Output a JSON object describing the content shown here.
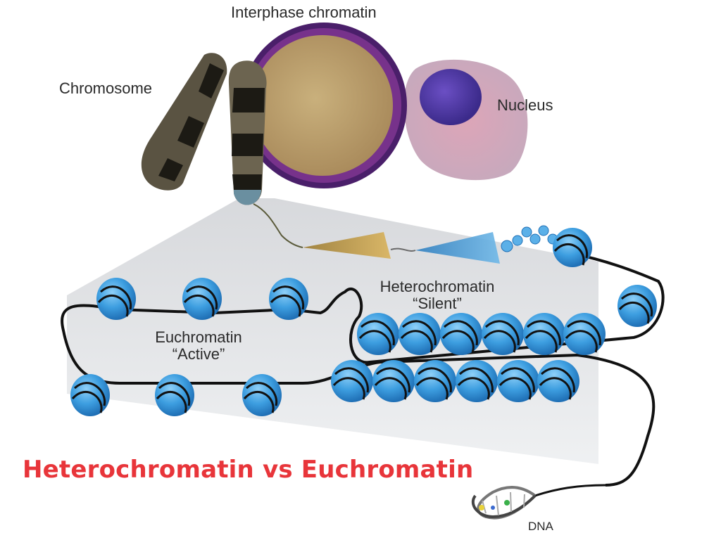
{
  "labels": {
    "interphase": "Interphase chromatin",
    "chromosome": "Chromosome",
    "nucleus": "Nucleus",
    "heterochromatin": "Heterochromatin",
    "silent": "“Silent”",
    "euchromatin": "Euchromatin",
    "active": "“Active”",
    "dna": "DNA"
  },
  "title": "Heterochromatin vs Euchromatin",
  "colors": {
    "title": "#e8353a",
    "nucleosome": "#3aa0e0",
    "fiber": "#111111",
    "chromatin_circle": "#b79a6a",
    "chromatin_rim": "#6a2a8a",
    "nucleus": "#5a3aa0"
  }
}
